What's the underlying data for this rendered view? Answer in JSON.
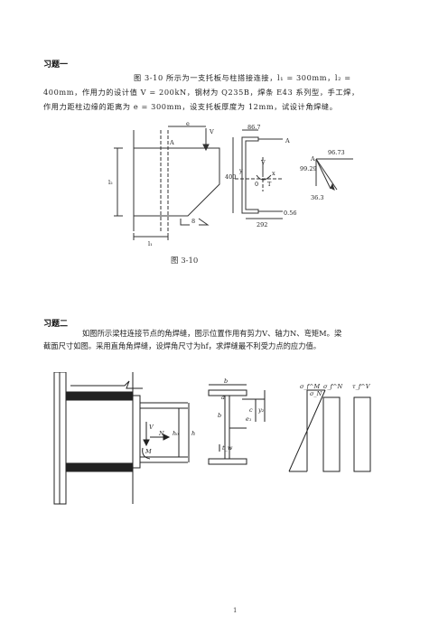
{
  "exercise1": {
    "heading": "习题一",
    "line1": "图 3-10 所示为一支托板与柱搭接连接，l₁ = 300mm，l₂ =",
    "line2": "400mm，作用力的设计值 V = 200kN，钢材为 Q235B，焊条 E43 系列型，手工焊，",
    "line3": "作用力距柱边缘的距离为 e = 300mm，设支托板厚度为 12mm，试设计角焊缝。",
    "figure": {
      "caption": "图 3-10",
      "labels": {
        "e": "e",
        "V": "V",
        "A": "A",
        "l2": "l₂",
        "l1": "l₁",
        "weld": "8",
        "dim_top": "86.7",
        "dim_height": "400",
        "dim_bottom": "292",
        "y": "y",
        "x": "x",
        "origin": "0",
        "T": "T",
        "A2": "A",
        "A3": "A",
        "force_h": "96.73",
        "force_v1": "99.29",
        "force_v2": "36.3",
        "dim_056": "0.56"
      }
    }
  },
  "exercise2": {
    "heading": "习题二",
    "line1": "如图所示梁柱连接节点的角焊缝，图示位置作用有剪力V、轴力N、弯矩M。梁",
    "line2": "截面尺寸如图。采用直角角焊缝，设焊角尺寸为hf，求焊缝最不利受力点的应力值。",
    "figure": {
      "labels": {
        "V": "V",
        "N": "N",
        "M": "M",
        "h0": "h₀",
        "h": "h",
        "b": "b",
        "a": "a",
        "bb": "b",
        "c": "c",
        "e1": "e₁",
        "y2": "y₂",
        "tw": "t_w",
        "sigmaM": "σ_f^M",
        "sigmaN": "σ_f^N",
        "tauV": "τ_f^V",
        "sm": "σ_N"
      }
    }
  },
  "footer": {
    "page_number": "1"
  }
}
